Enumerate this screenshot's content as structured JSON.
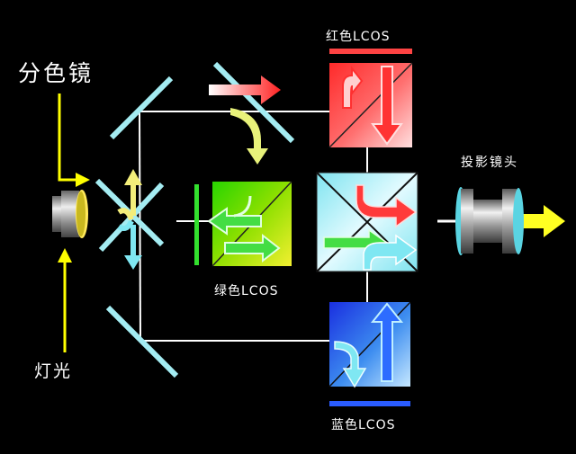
{
  "labels": {
    "dichroic_mirror": "分色镜",
    "lamp": "灯光",
    "red_lcos": "红色LCOS",
    "green_lcos": "绿色LCOS",
    "blue_lcos": "蓝色LCOS",
    "projection_lens": "投影镜头"
  },
  "colors": {
    "background": "#000000",
    "mirror": "#9ee6ec",
    "light_path": "#ffffff",
    "pointer_arrow": "#ffff00",
    "red": "#ff3333",
    "green": "#33dd33",
    "blue": "#2255ff",
    "cyan": "#66e0ee"
  }
}
